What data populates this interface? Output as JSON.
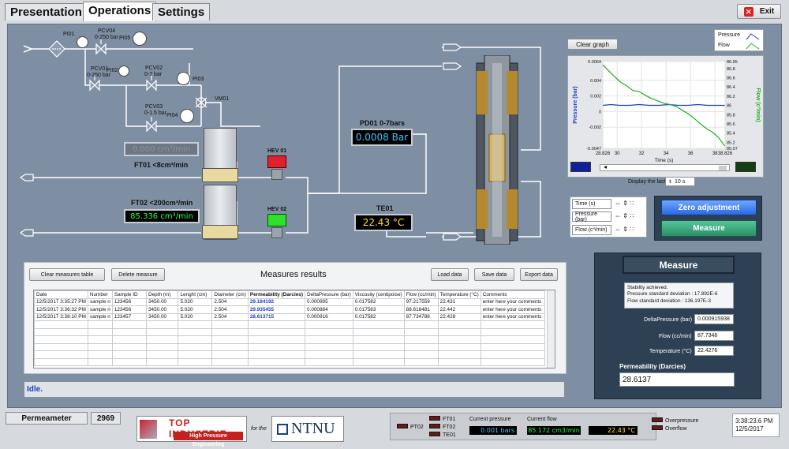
{
  "tabs": [
    "Presentation",
    "Operations",
    "Settings"
  ],
  "exit_label": "Exit",
  "clear_graph": "Clear graph",
  "legend": {
    "pressure": "Pressure",
    "flow": "Flow"
  },
  "diagram": {
    "pi01": "PI01",
    "pcv04": "PCV04",
    "pcv04_range": "0-250 bar",
    "pi05": "PI05",
    "pcv01": "PCV01",
    "pcv01_range": "0-250 bar",
    "pi02": "PI02",
    "pcv02": "PCV02",
    "pcv02_range": "0-7 bar",
    "pi03": "PI03",
    "pcv03": "PCV03",
    "pcv03_range": "0-1.5 bar",
    "pi04": "PI04",
    "vm01": "VM01",
    "ft01_label": "FT01 <8cm³/min",
    "ft01_value": "0.000 cm³/min",
    "ft02_label": "FT02 <200cm³/min",
    "ft02_value": "85.336 cm³/min",
    "hev01": "HEV 01",
    "hev02": "HEV 02",
    "pd01_label": "PD01 0-7bars",
    "pd01_value": "0.0008 Bar",
    "te01_label": "TE01",
    "te01_value": "22.43 °C"
  },
  "chart_data": {
    "type": "line",
    "xlabel": "Time (s)",
    "ylabel_left": "Pressure  (bar)",
    "ylabel_right": "Flow (c³/min)",
    "xlim": [
      28.826,
      38.826
    ],
    "x_ticks": [
      "28.826",
      "30",
      "32",
      "34",
      "36",
      "38",
      "38.826"
    ],
    "yleft_ticks": [
      "0.0064",
      "0.004",
      "0.002",
      "0",
      "-0.002",
      "-0.0047"
    ],
    "yright_ticks": [
      "86.95",
      "86.8",
      "86.6",
      "86.4",
      "86.2",
      "86",
      "85.8",
      "85.6",
      "85.4",
      "85.2",
      "85.07"
    ],
    "yleft_lim": [
      -0.0047,
      0.0064
    ],
    "yright_lim": [
      85.07,
      86.95
    ],
    "series": [
      {
        "name": "Pressure",
        "color": "#1a3fc4",
        "axis": "left",
        "x": [
          28.83,
          29.5,
          30.2,
          31,
          31.8,
          32.6,
          33.4,
          34.2,
          35,
          35.8,
          36.6,
          37.4,
          38.2,
          38.8
        ],
        "y": [
          0.0008,
          0.0009,
          0.0008,
          0.0008,
          0.0009,
          0.0008,
          0.0008,
          0.0009,
          0.0008,
          0.0008,
          0.0009,
          0.0008,
          0.0008,
          0.0008
        ]
      },
      {
        "name": "Flow",
        "color": "#1fae1f",
        "axis": "right",
        "x": [
          28.83,
          29.3,
          29.8,
          30.3,
          30.8,
          31.3,
          31.8,
          32.3,
          32.8,
          33.3,
          33.8,
          34.3,
          34.8,
          35.3,
          35.8,
          36.3,
          36.8,
          37.3,
          37.8,
          38.3,
          38.8
        ],
        "y": [
          86.88,
          86.75,
          86.62,
          86.5,
          86.42,
          86.32,
          86.3,
          86.22,
          86.15,
          86.1,
          86.05,
          86.02,
          85.98,
          85.9,
          85.82,
          85.72,
          85.6,
          85.5,
          85.42,
          85.3,
          85.12
        ]
      }
    ]
  },
  "display_last_label": "Display the last",
  "display_last_value": "10 s",
  "scales": [
    "Time (s)",
    "Pressure  (bar)",
    "Flow (c³/min)"
  ],
  "zero_adjustment": "Zero adjustment",
  "measure_button": "Measure",
  "measures": {
    "clear": "Clear measures table",
    "delete": "Delete measure",
    "title": "Measures results",
    "load": "Load data",
    "save": "Save data",
    "export": "Export data",
    "headers": [
      "Date",
      "Number",
      "Sample ID",
      "Depth (m)",
      "Lenght (cm)",
      "Diameter (cm)",
      "Permeability (Darcies)",
      "DeltaPressure (bar)",
      "Viscosity (centipoise)",
      "Flow (cc/min)",
      "Temperature (°C)",
      "Comments"
    ],
    "rows": [
      [
        "12/5/2017 3:35:27 PM",
        "sample n",
        "123456",
        "3450.00",
        "5.020",
        "2.504",
        "29.184192",
        "0.000995",
        "0.017582",
        "97.217559",
        "22.431",
        "enter here your comments"
      ],
      [
        "12/5/2017 3:36:32 PM",
        "sample n",
        "123456",
        "3450.00",
        "5.020",
        "2.504",
        "29.935455",
        "0.000884",
        "0.017583",
        "88.618481",
        "22.442",
        "enter here your comments"
      ],
      [
        "12/5/2017 3:38:10 PM",
        "sample n",
        "123457",
        "3450.00",
        "5.020",
        "2.504",
        "28.613715",
        "0.000916",
        "0.017582",
        "87.734788",
        "22.428",
        "enter here your comments"
      ]
    ]
  },
  "status": "Idle.",
  "measure_panel": {
    "title": "Measure",
    "message": [
      "Stability achieved.",
      "Pressure standard deviation : 17.892E-6",
      "Flow standard deviation : 136.197E-3"
    ],
    "delta_label": "DeltaPressure (bar)",
    "delta_value": "0.000915938",
    "flow_label": "Flow (cc/min)",
    "flow_value": "87.7348",
    "temp_label": "Temperature (°C)",
    "temp_value": "22.4276",
    "perm_label": "Permeability (Darcies)",
    "perm_value": "28.6137"
  },
  "footer": {
    "app": "Permeameter",
    "id": "2969",
    "topindustrie": "TOP INDUSTRIE",
    "tagline": "High Pressure Engineering",
    "for_the": "for the",
    "ntnu": "NTNU",
    "pt02": "PT02",
    "ft01": "FT01",
    "ft02": "FT02",
    "te01": "TE01",
    "cur_pressure_label": "Current pressure",
    "cur_pressure": "0.001 bars",
    "cur_flow_label": "Current flow",
    "cur_flow": "85.172 cm3/min",
    "cur_temp": "22.43 °C",
    "overpressure": "Overpressure",
    "overflow": "Overflow",
    "time": "3:38:23.6 PM",
    "date": "12/5/2017"
  }
}
